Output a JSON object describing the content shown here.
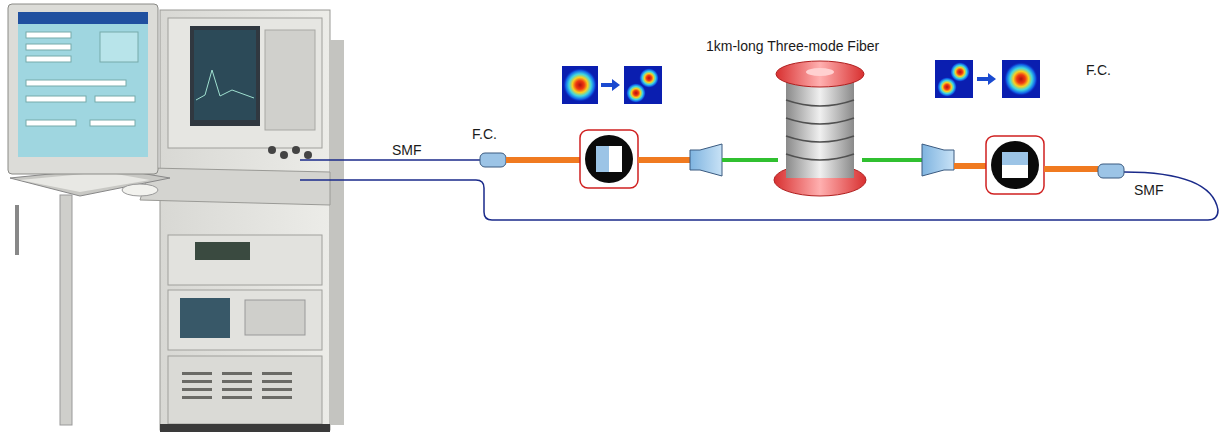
{
  "diagram": {
    "labels": [
      "SMF",
      "F.C.",
      "1km-long Three-mode Fiber",
      "F.C.",
      "SMF"
    ]
  }
}
